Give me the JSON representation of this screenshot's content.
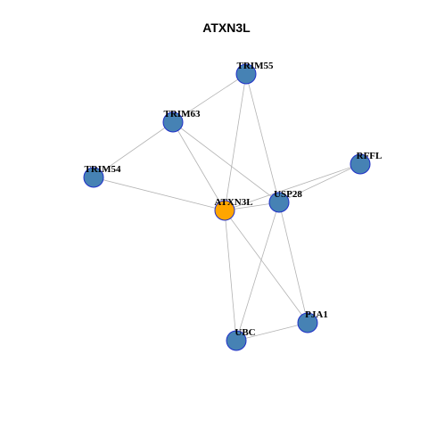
{
  "title": "ATXN3L",
  "colors": {
    "center": "#ffa500",
    "node": "#4682b4",
    "node_border": "#1f2fc8",
    "edge": "#b3b3b3"
  },
  "nodes": [
    {
      "id": "TRIM55",
      "label": "TRIM55",
      "role": "neighbor"
    },
    {
      "id": "TRIM63",
      "label": "TRIM63",
      "role": "neighbor"
    },
    {
      "id": "RFFL",
      "label": "RFFL",
      "role": "neighbor"
    },
    {
      "id": "TRIM54",
      "label": "TRIM54",
      "role": "neighbor"
    },
    {
      "id": "USP28",
      "label": "USP28",
      "role": "neighbor"
    },
    {
      "id": "ATXN3L",
      "label": "ATXN3L",
      "role": "center"
    },
    {
      "id": "PJA1",
      "label": "PJA1",
      "role": "neighbor"
    },
    {
      "id": "UBC",
      "label": "UBC",
      "role": "neighbor"
    }
  ],
  "edges": [
    [
      "TRIM55",
      "TRIM63"
    ],
    [
      "TRIM55",
      "ATXN3L"
    ],
    [
      "TRIM55",
      "USP28"
    ],
    [
      "TRIM63",
      "TRIM54"
    ],
    [
      "TRIM63",
      "ATXN3L"
    ],
    [
      "TRIM63",
      "USP28"
    ],
    [
      "TRIM54",
      "ATXN3L"
    ],
    [
      "RFFL",
      "USP28"
    ],
    [
      "RFFL",
      "ATXN3L"
    ],
    [
      "USP28",
      "ATXN3L"
    ],
    [
      "USP28",
      "UBC"
    ],
    [
      "USP28",
      "PJA1"
    ],
    [
      "ATXN3L",
      "UBC"
    ],
    [
      "ATXN3L",
      "PJA1"
    ],
    [
      "UBC",
      "PJA1"
    ]
  ]
}
